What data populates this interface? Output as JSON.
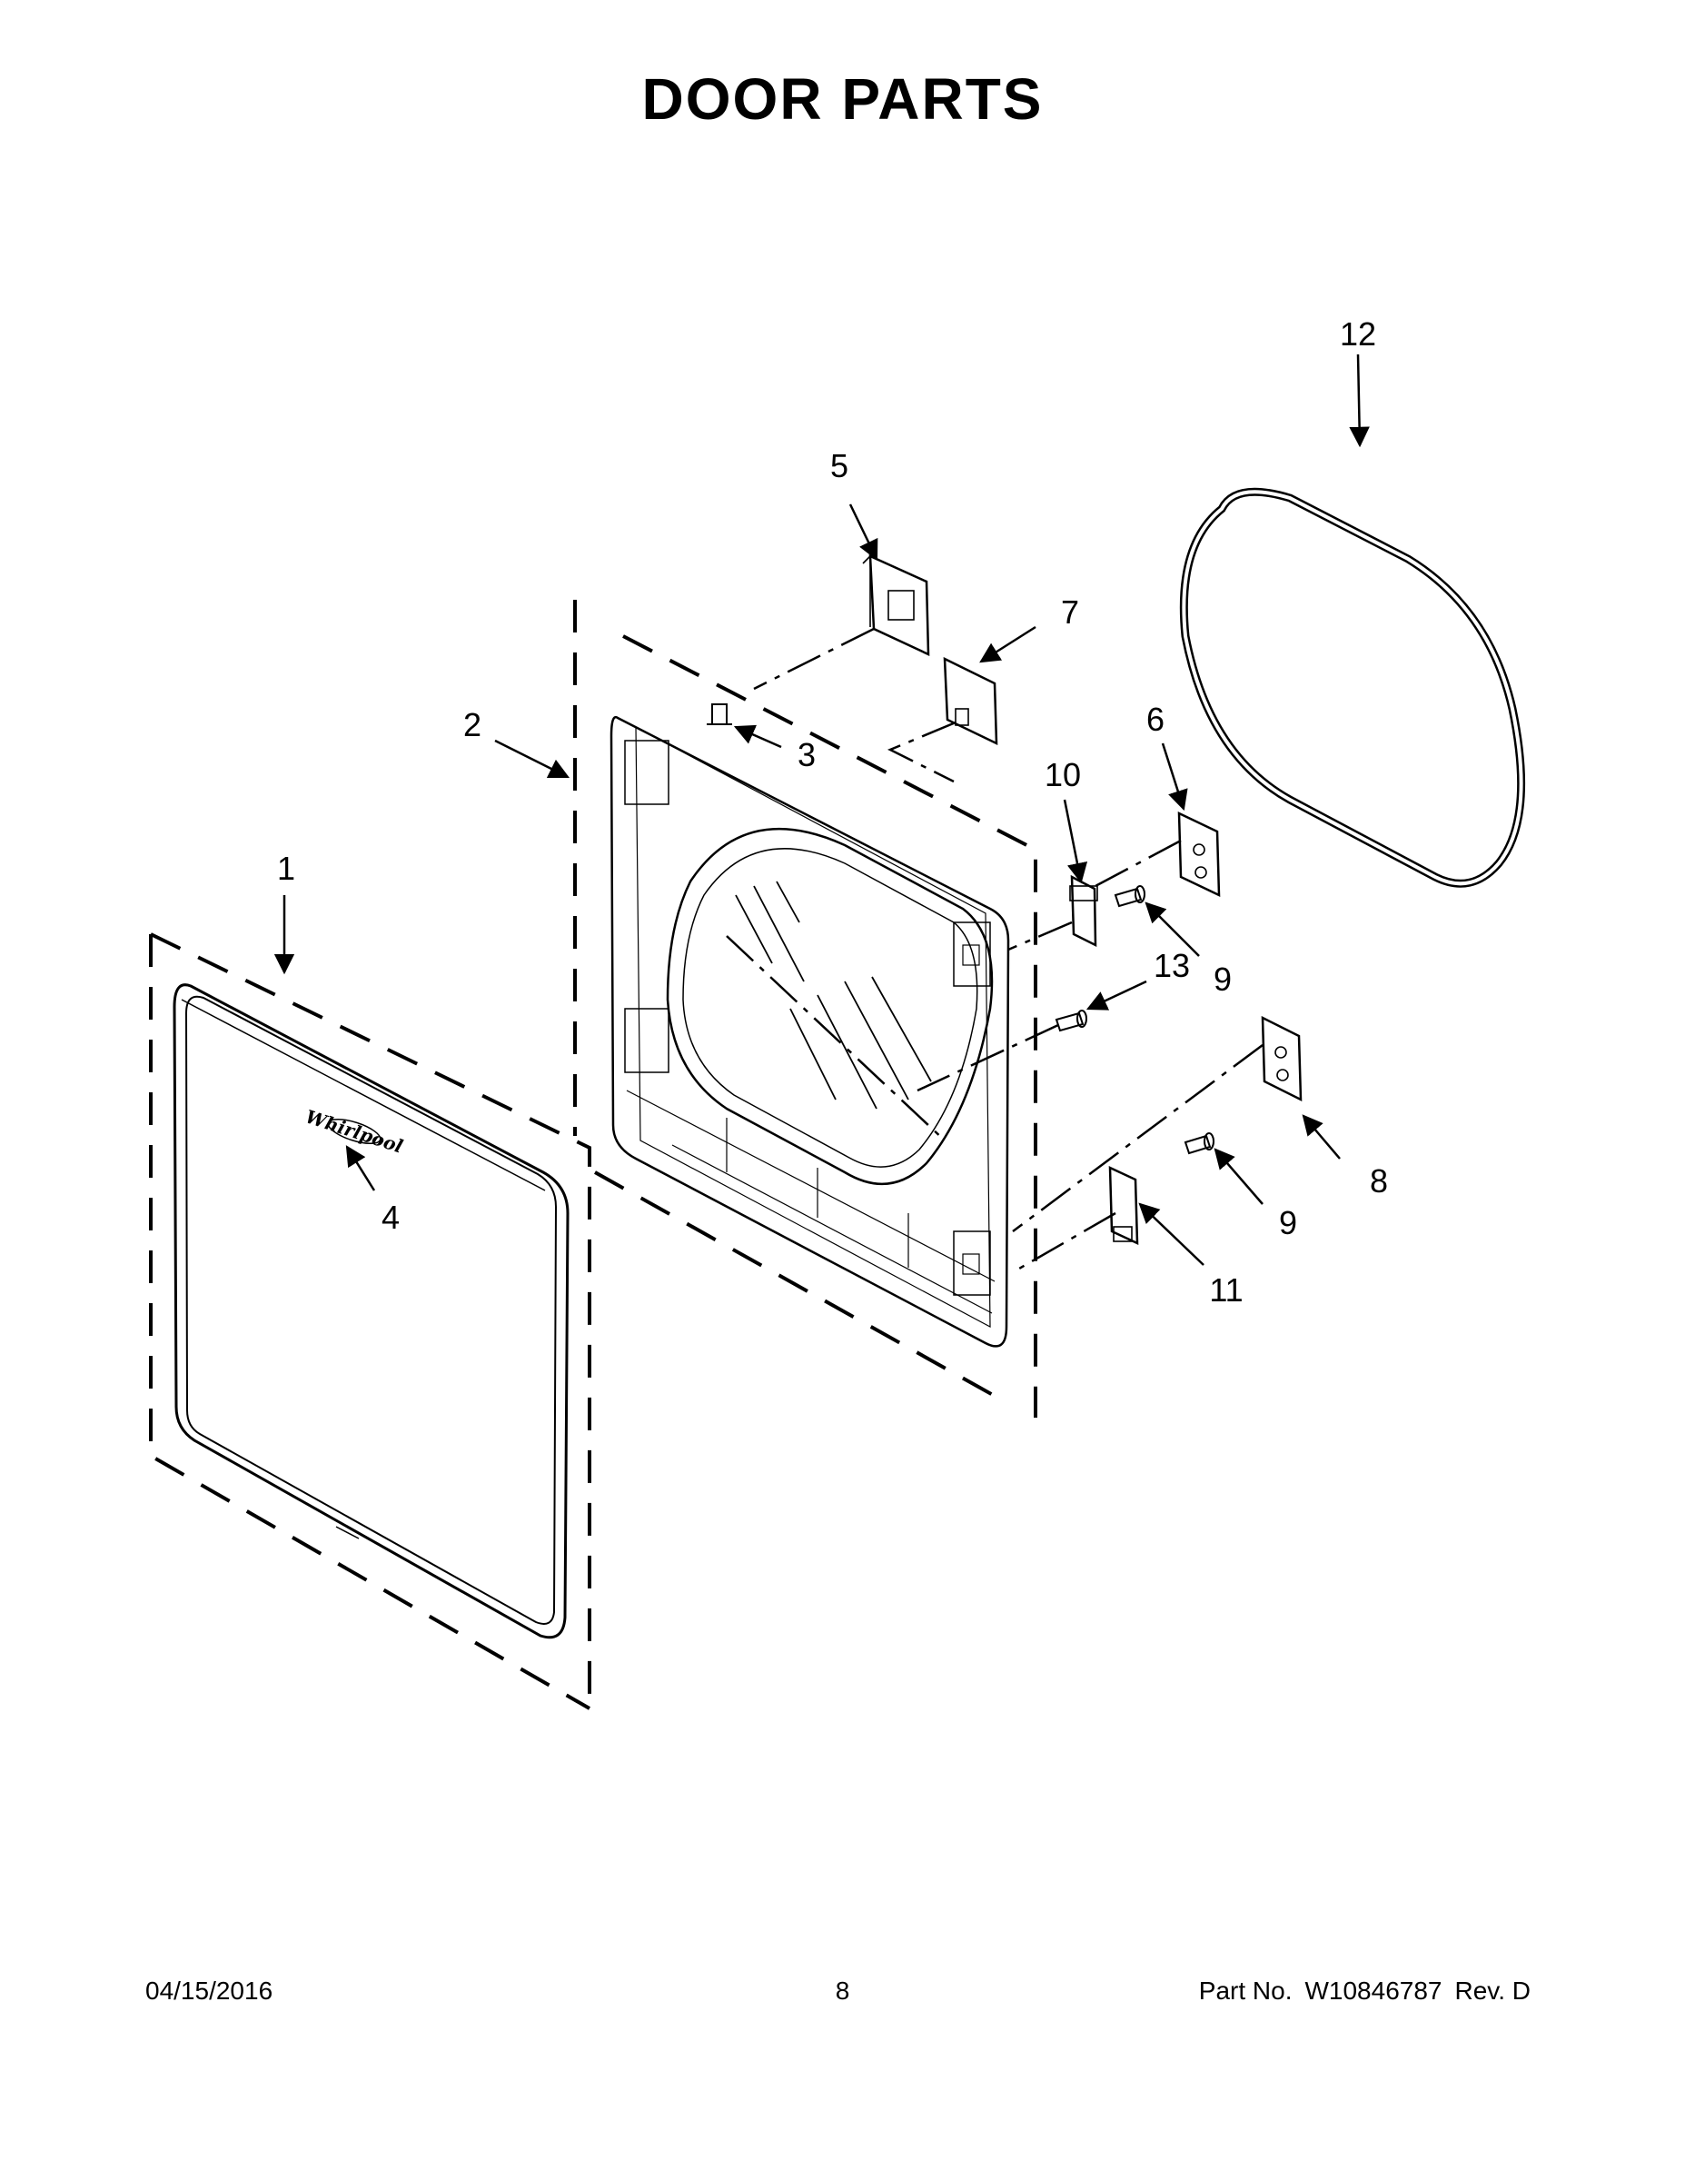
{
  "title": "DOOR PARTS",
  "callouts": [
    "1",
    "2",
    "3",
    "4",
    "5",
    "6",
    "7",
    "8",
    "9",
    "9",
    "10",
    "11",
    "12",
    "13"
  ],
  "logo_text": "Whirlpool",
  "footer": {
    "date": "04/15/2016",
    "page": "8",
    "part_label": "Part No.",
    "part_number": "W10846787",
    "revision": "Rev. D"
  }
}
